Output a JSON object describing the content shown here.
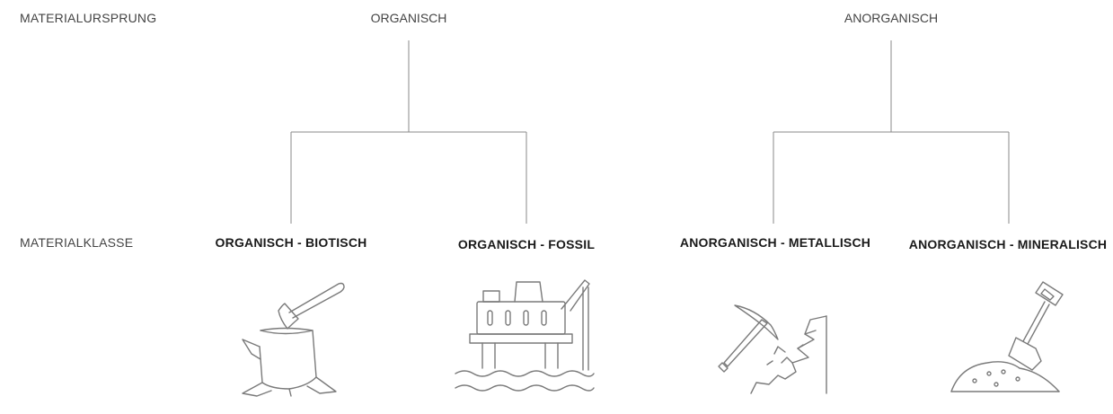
{
  "rows": {
    "origin_label": "MATERIALURSPRUNG",
    "class_label": "MATERIALKLASSE"
  },
  "origins": [
    {
      "label": "ORGANISCH"
    },
    {
      "label": "ANORGANISCH"
    }
  ],
  "classes": [
    {
      "label": "ORGANISCH - BIOTISCH",
      "icon": "tree-stump-axe-icon"
    },
    {
      "label": "ORGANISCH - FOSSIL",
      "icon": "oil-platform-icon"
    },
    {
      "label": "ANORGANISCH - METALLISCH",
      "icon": "pickaxe-rock-icon"
    },
    {
      "label": "ANORGANISCH - MINERALISCH",
      "icon": "shovel-sand-icon"
    }
  ]
}
